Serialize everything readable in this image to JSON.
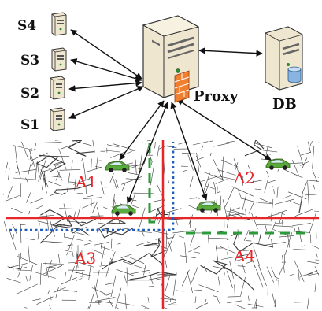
{
  "servers": [
    "S4",
    "S3",
    "S2",
    "S1"
  ],
  "proxy_label": "Proxy",
  "db_label": "DB",
  "areas": [
    "A1",
    "A2",
    "A3",
    "A4"
  ],
  "colors": {
    "road_grid": "#3a3a3a",
    "partition_red": "#e8262a",
    "partition_blue": "#1f5fc0",
    "partition_green": "#2b9a3a",
    "area_label": "#e8262a",
    "car": "#5aab3c",
    "arrow": "#111111",
    "server_body": "#efe6cf",
    "proxy_shield": "#f08030",
    "db_cylinder": "#8ab4e0"
  },
  "icons": {
    "server": "server-icon",
    "proxy": "proxy-server-icon",
    "database": "database-server-icon",
    "vehicle": "car-icon",
    "firewall": "firewall-icon"
  }
}
